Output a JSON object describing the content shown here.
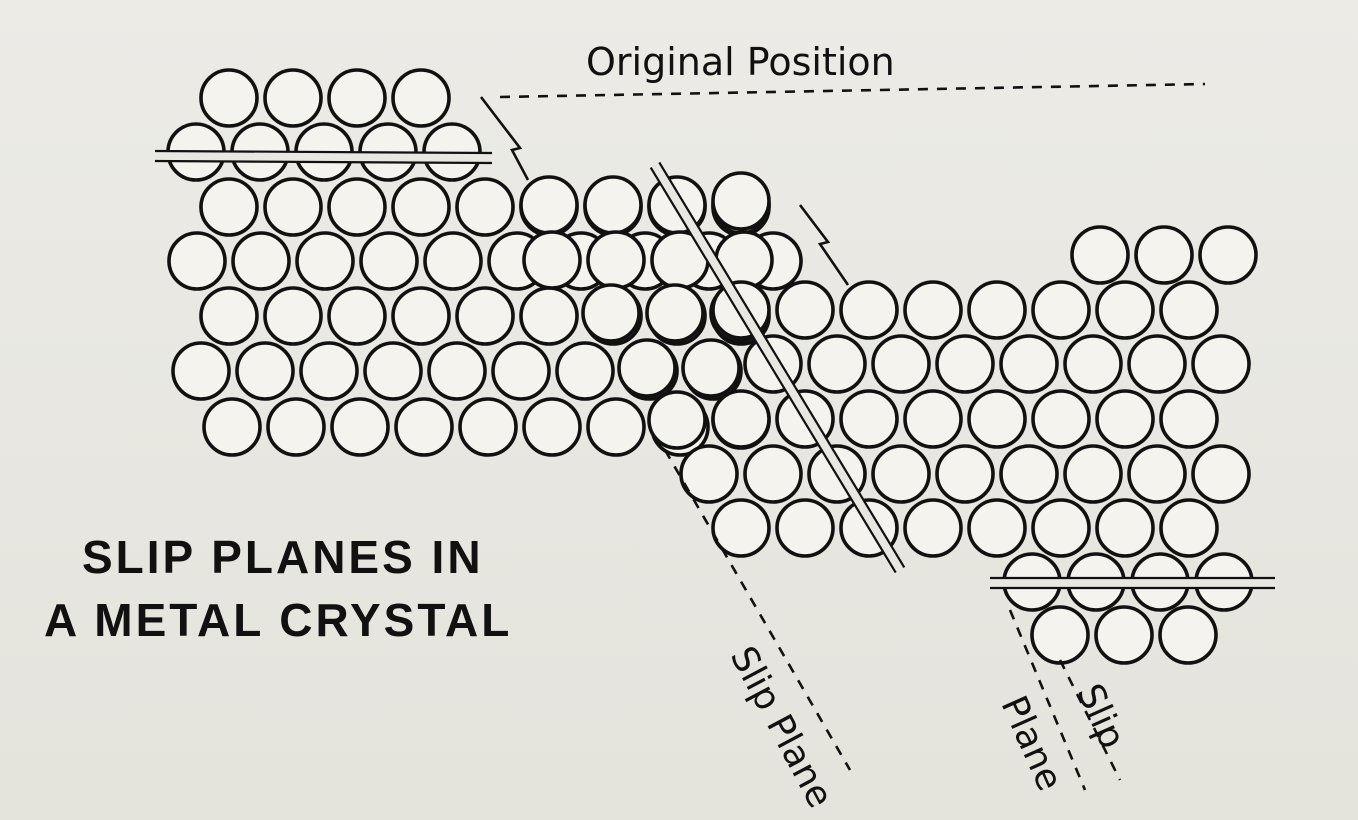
{
  "title": {
    "line1": "SLIP PLANES IN",
    "line2": "A METAL CRYSTAL"
  },
  "labels": {
    "original_position": "Original Position",
    "slip_plane_left": "Slip Plane",
    "slip_plane_right_top": "Slip",
    "slip_plane_right_bottom": "Plane"
  },
  "colors": {
    "ink": "#111111",
    "paper": "#e8e7e1"
  }
}
